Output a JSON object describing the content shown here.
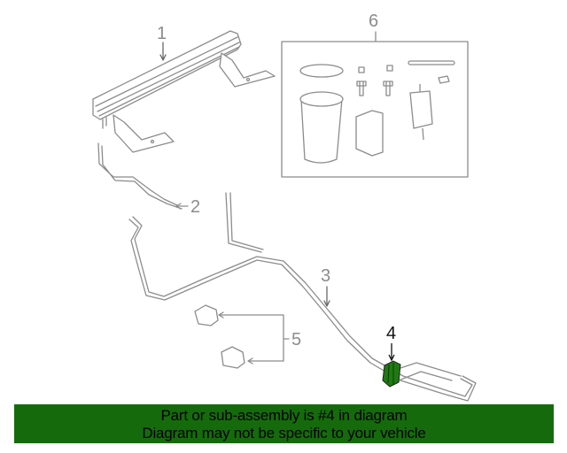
{
  "diagram": {
    "callouts": [
      "1",
      "2",
      "3",
      "4",
      "5",
      "6"
    ],
    "highlighted_part": "4",
    "highlight_color": "#1f7a12"
  },
  "banner": {
    "line1": "Part or sub-assembly is #4 in diagram",
    "line2": "Diagram may not be specific to your vehicle",
    "color": "#156b0c"
  }
}
